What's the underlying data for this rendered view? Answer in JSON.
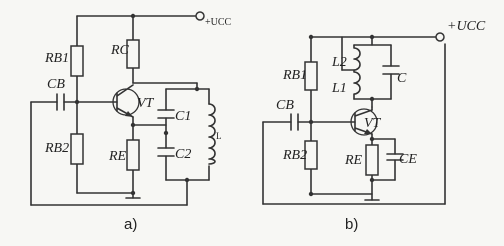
{
  "circuit_a": {
    "caption": "a)",
    "supply_label": "+UCC",
    "rb1_label": "RB1",
    "rc_label": "RC",
    "cb_label": "CB",
    "transistor_label": "VT",
    "c1_label": "C1",
    "l_label": "L",
    "rb2_label": "RB2",
    "re_label": "RE",
    "c2_label": "C2"
  },
  "circuit_b": {
    "caption": "b)",
    "supply_label": "+UCC",
    "l2_label": "L2",
    "c_label": "C",
    "rb1_label": "RB1",
    "l1_label": "L1",
    "cb_label": "CB",
    "transistor_label": "VT",
    "rb2_label": "RB2",
    "re_label": "RE",
    "ce_label": "CE"
  }
}
